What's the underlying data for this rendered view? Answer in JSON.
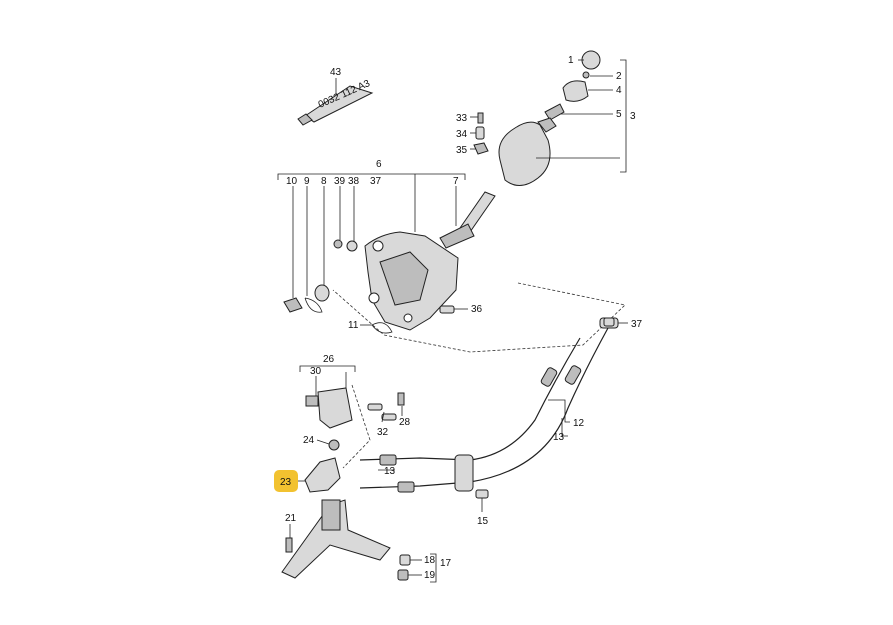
{
  "diagram": {
    "callouts": {
      "c1": "1",
      "c2": "2",
      "c3": "3",
      "c4": "4",
      "c5": "5",
      "c6": "6",
      "c7": "7",
      "c8": "8",
      "c9": "9",
      "c10": "10",
      "c11": "11",
      "c12": "12",
      "c13a": "13",
      "c13b": "13",
      "c15": "15",
      "c17": "17",
      "c18": "18",
      "c19": "19",
      "c21": "21",
      "c23": "23",
      "c24": "24",
      "c26": "26",
      "c28": "28",
      "c30": "30",
      "c32": "32",
      "c33": "33",
      "c34": "34",
      "c35": "35",
      "c36": "36",
      "c37a": "37",
      "c37b": "37",
      "c38": "38",
      "c39": "39",
      "c43": "43"
    },
    "highlighted_callout": "23",
    "highlight_color": "#f2c230",
    "tube_print": "0032 112 A3"
  }
}
